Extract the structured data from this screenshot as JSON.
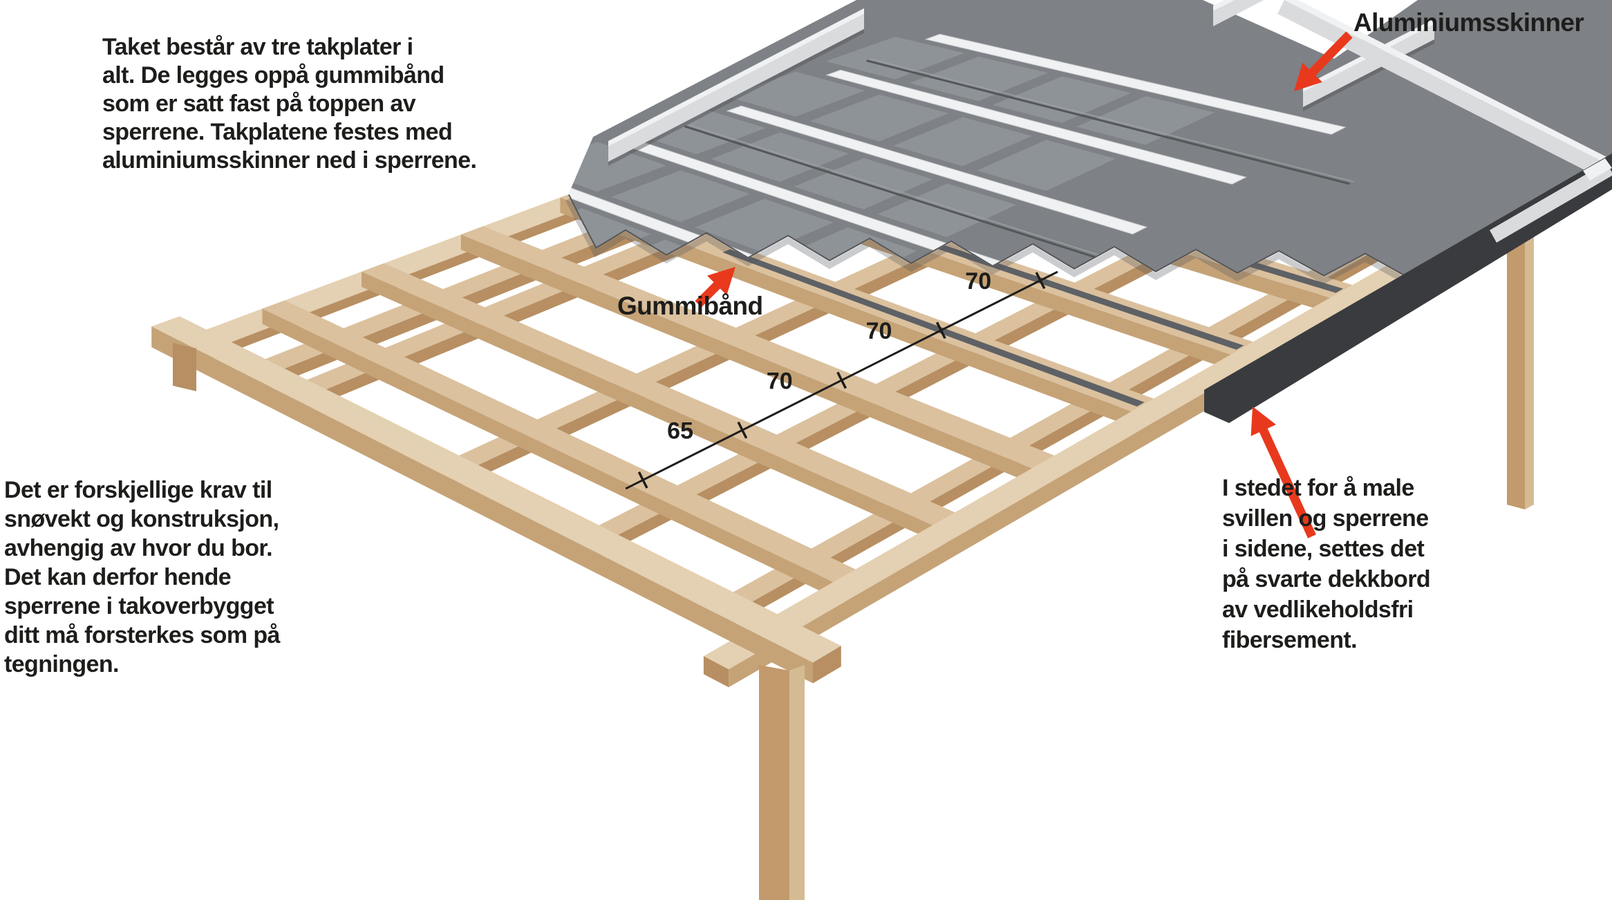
{
  "annotations": {
    "intro": {
      "lines": [
        "Taket består av tre takplater i",
        "alt. De legges oppå gummibånd",
        "som er satt fast på toppen av",
        "sperrene. Takplatene festes med",
        "aluminiumsskinner ned i sperrene."
      ]
    },
    "left_note": {
      "lines": [
        "Det er forskjellige krav til",
        "snøvekt og konstruksjon,",
        "avhengig av hvor du bor.",
        "Det kan derfor hende",
        "sperrene i takoverbygget",
        "ditt må forsterkes som på",
        "tegningen."
      ]
    },
    "right_note": {
      "lines": [
        "I stedet for å male",
        "svillen og sperrene",
        "i sidene, settes det",
        "på svarte dekkbord",
        "av vedlikeholdsfri",
        "fibersement."
      ]
    }
  },
  "illustration": {
    "labels": {
      "gummiband": "Gummibånd",
      "aluminum_rails": "Aluminiumsskinner"
    },
    "dimension_line": {
      "values": [
        "65",
        "70",
        "70",
        "70"
      ]
    }
  },
  "colors": {
    "background": "#ffffff",
    "text": "#1d1d1b",
    "accent_arrow": "#e8391d",
    "wood_top": "#dbc19e",
    "wood_top_light": "#e4d0b2",
    "wood_side": "#c5a377",
    "wood_side_dark": "#b78f62",
    "post_front": "#c39a6c",
    "post_side": "#d5bb94",
    "plate": "#7e8185",
    "plate_highlight": "#9aa0a5",
    "plate_edge": "#54565a",
    "rail": "#f0f1f3",
    "rail_edge": "#c6c8ca",
    "edge_profile": "#d9dbdd",
    "fascia": "#393b3e",
    "rubber_band": "#5e6165"
  }
}
